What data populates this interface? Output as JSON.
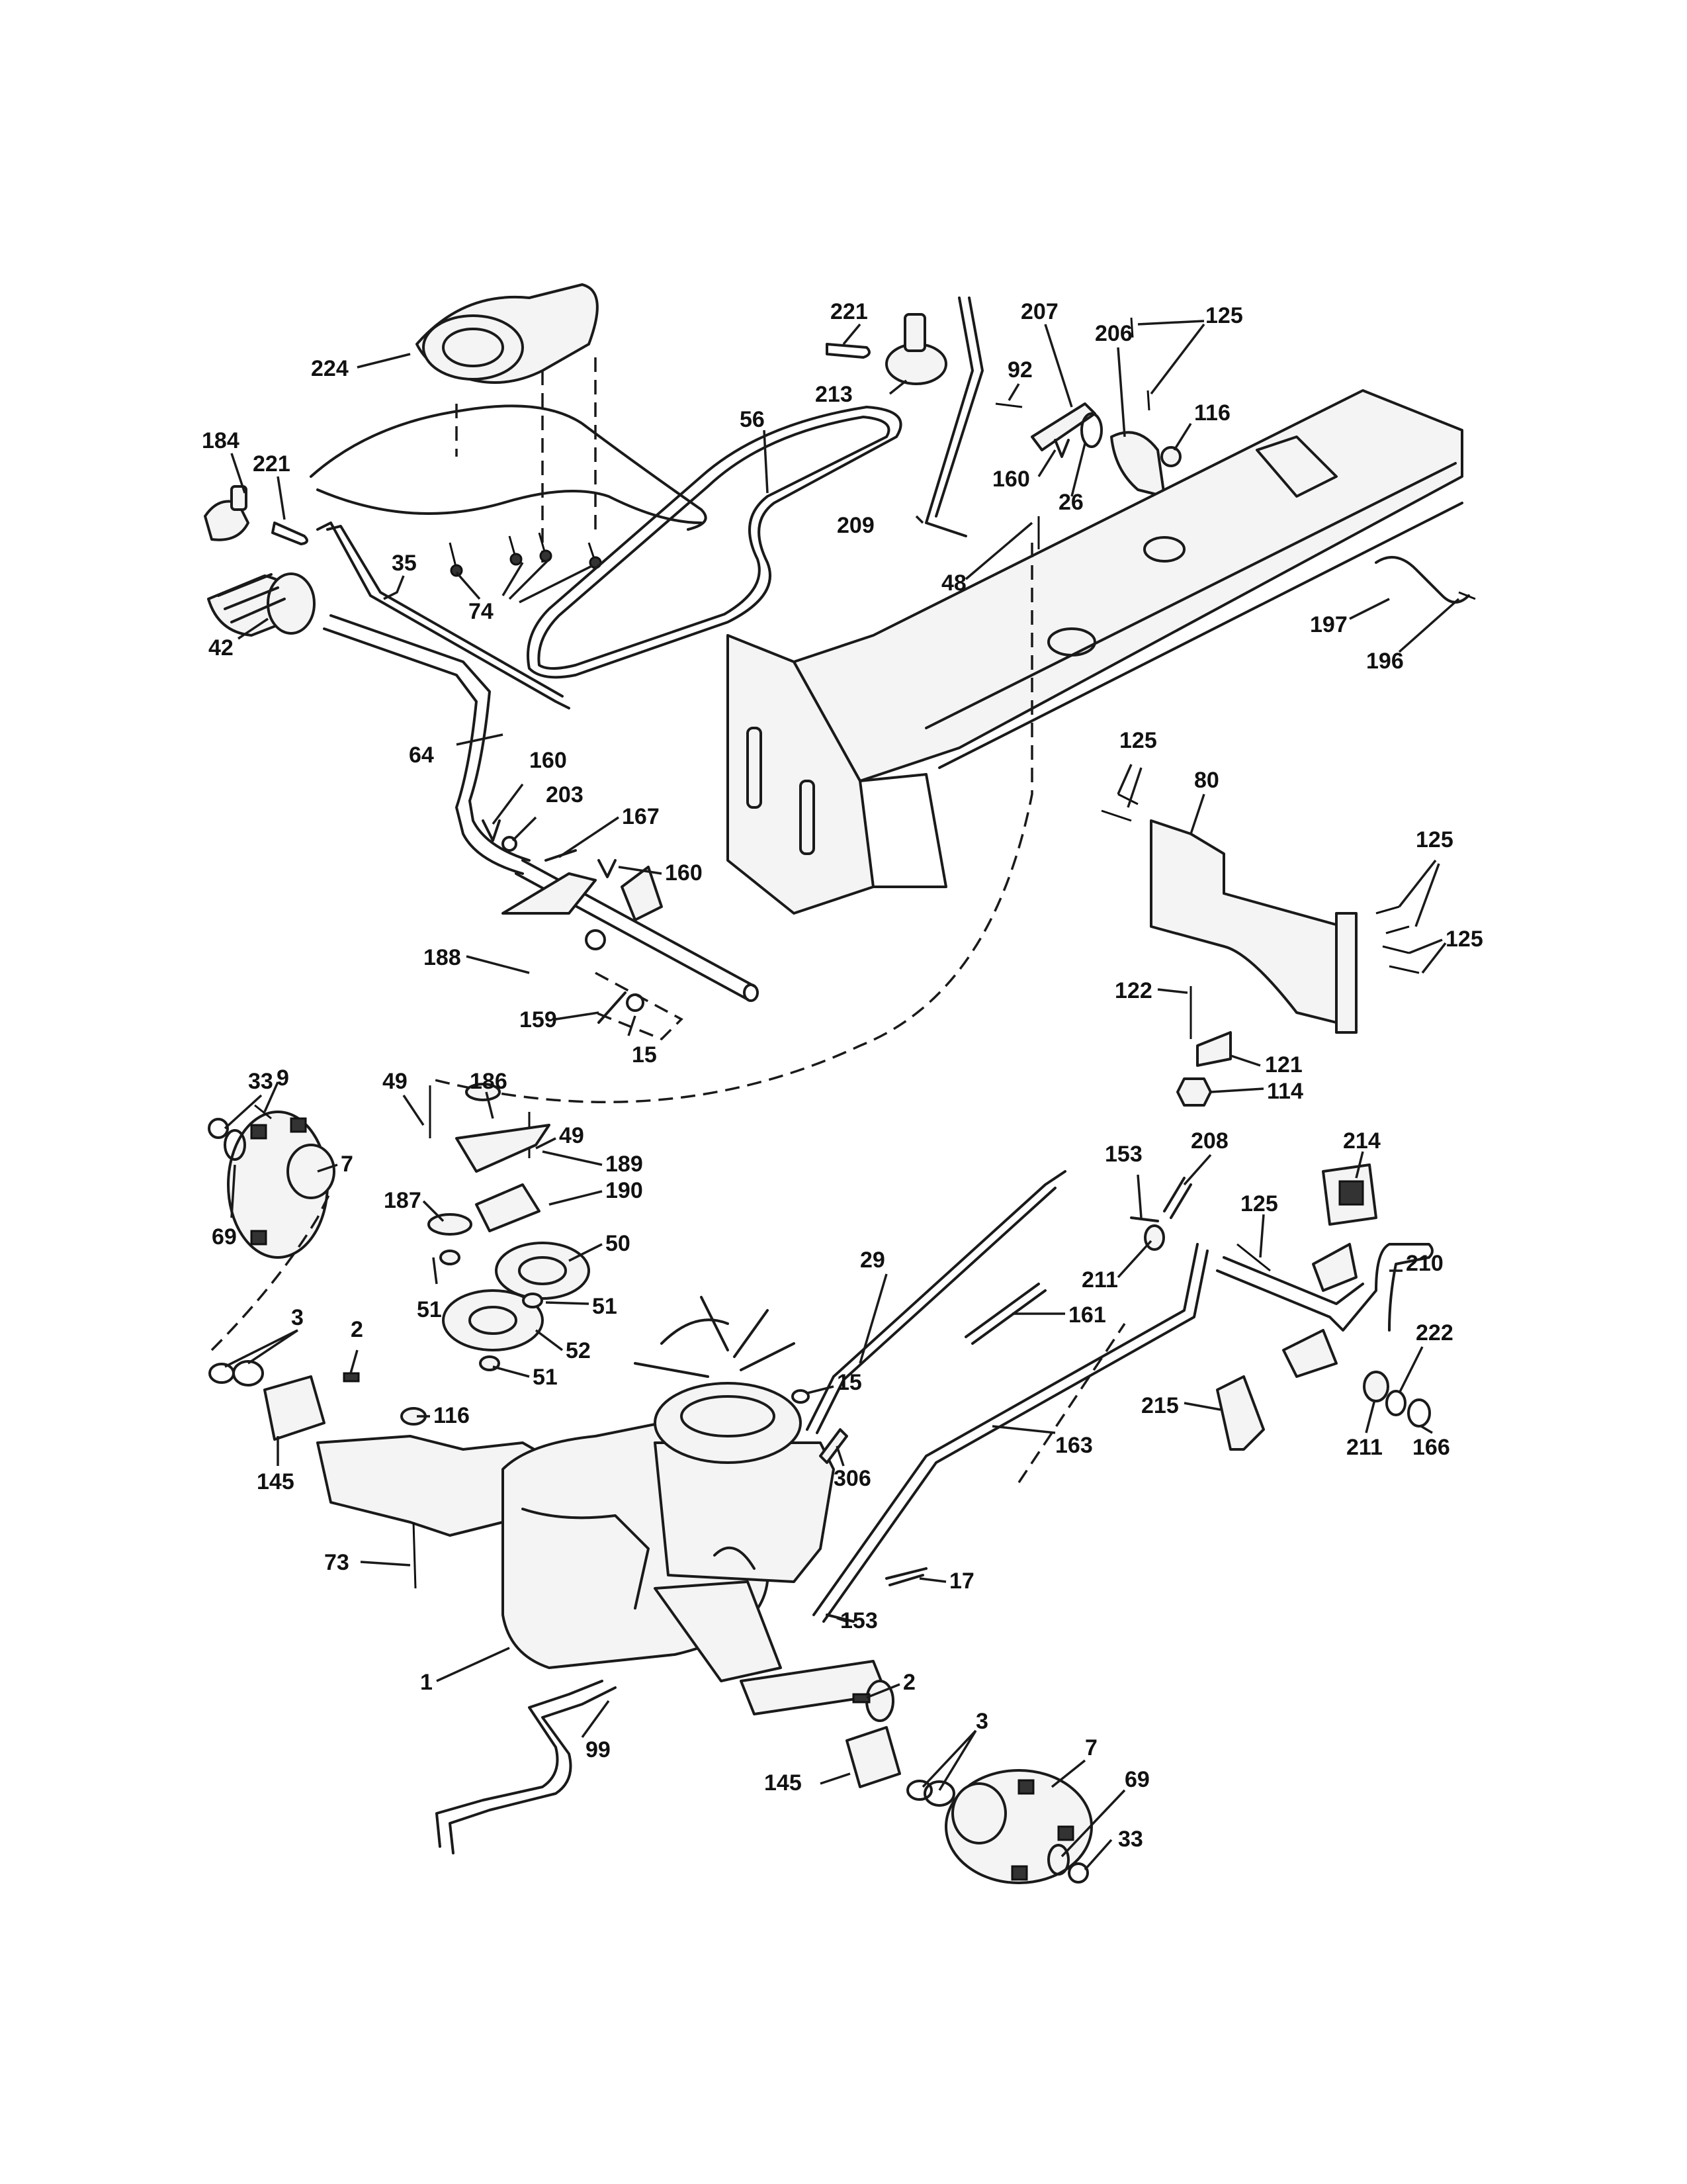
{
  "callouts": [
    {
      "id": "c224",
      "label": "224"
    },
    {
      "id": "c184",
      "label": "184"
    },
    {
      "id": "c221a",
      "label": "221"
    },
    {
      "id": "c35",
      "label": "35"
    },
    {
      "id": "c42",
      "label": "42"
    },
    {
      "id": "c74",
      "label": "74"
    },
    {
      "id": "c56",
      "label": "56"
    },
    {
      "id": "c221b",
      "label": "221"
    },
    {
      "id": "c213",
      "label": "213"
    },
    {
      "id": "c207",
      "label": "207"
    },
    {
      "id": "c206",
      "label": "206"
    },
    {
      "id": "c125a",
      "label": "125"
    },
    {
      "id": "c92",
      "label": "92"
    },
    {
      "id": "c116a",
      "label": "116"
    },
    {
      "id": "c160a",
      "label": "160"
    },
    {
      "id": "c26",
      "label": "26"
    },
    {
      "id": "c209",
      "label": "209"
    },
    {
      "id": "c48",
      "label": "48"
    },
    {
      "id": "c197",
      "label": "197"
    },
    {
      "id": "c196",
      "label": "196"
    },
    {
      "id": "c64",
      "label": "64"
    },
    {
      "id": "c160b",
      "label": "160"
    },
    {
      "id": "c203",
      "label": "203"
    },
    {
      "id": "c167",
      "label": "167"
    },
    {
      "id": "c160c",
      "label": "160"
    },
    {
      "id": "c125b",
      "label": "125"
    },
    {
      "id": "c80",
      "label": "80"
    },
    {
      "id": "c125c",
      "label": "125"
    },
    {
      "id": "c125d",
      "label": "125"
    },
    {
      "id": "c188",
      "label": "188"
    },
    {
      "id": "c159",
      "label": "159"
    },
    {
      "id": "c15a",
      "label": "15"
    },
    {
      "id": "c122",
      "label": "122"
    },
    {
      "id": "c121",
      "label": "121"
    },
    {
      "id": "c114",
      "label": "114"
    },
    {
      "id": "c33a",
      "label": "33"
    },
    {
      "id": "c49a",
      "label": "49"
    },
    {
      "id": "c186",
      "label": "186"
    },
    {
      "id": "c9",
      "label": "9"
    },
    {
      "id": "c49b",
      "label": "49"
    },
    {
      "id": "c7a",
      "label": "7"
    },
    {
      "id": "c189",
      "label": "189"
    },
    {
      "id": "c69a",
      "label": "69"
    },
    {
      "id": "c187",
      "label": "187"
    },
    {
      "id": "c190",
      "label": "190"
    },
    {
      "id": "c153a",
      "label": "153"
    },
    {
      "id": "c208",
      "label": "208"
    },
    {
      "id": "c214",
      "label": "214"
    },
    {
      "id": "c125e",
      "label": "125"
    },
    {
      "id": "c50",
      "label": "50"
    },
    {
      "id": "c29",
      "label": "29"
    },
    {
      "id": "c211a",
      "label": "211"
    },
    {
      "id": "c210",
      "label": "210"
    },
    {
      "id": "c51a",
      "label": "51"
    },
    {
      "id": "c51b",
      "label": "51"
    },
    {
      "id": "c161",
      "label": "161"
    },
    {
      "id": "c3a",
      "label": "3"
    },
    {
      "id": "c2a",
      "label": "2"
    },
    {
      "id": "c52",
      "label": "52"
    },
    {
      "id": "c222",
      "label": "222"
    },
    {
      "id": "c51c",
      "label": "51"
    },
    {
      "id": "c15b",
      "label": "15"
    },
    {
      "id": "c215",
      "label": "215"
    },
    {
      "id": "c116b",
      "label": "116"
    },
    {
      "id": "c163",
      "label": "163"
    },
    {
      "id": "c211b",
      "label": "211"
    },
    {
      "id": "c166",
      "label": "166"
    },
    {
      "id": "c306",
      "label": "306"
    },
    {
      "id": "c145a",
      "label": "145"
    },
    {
      "id": "c73",
      "label": "73"
    },
    {
      "id": "c17",
      "label": "17"
    },
    {
      "id": "c153b",
      "label": "153"
    },
    {
      "id": "c1",
      "label": "1"
    },
    {
      "id": "c2b",
      "label": "2"
    },
    {
      "id": "c99",
      "label": "99"
    },
    {
      "id": "c3b",
      "label": "3"
    },
    {
      "id": "c7b",
      "label": "7"
    },
    {
      "id": "c145b",
      "label": "145"
    },
    {
      "id": "c69b",
      "label": "69"
    },
    {
      "id": "c33b",
      "label": "33"
    }
  ]
}
